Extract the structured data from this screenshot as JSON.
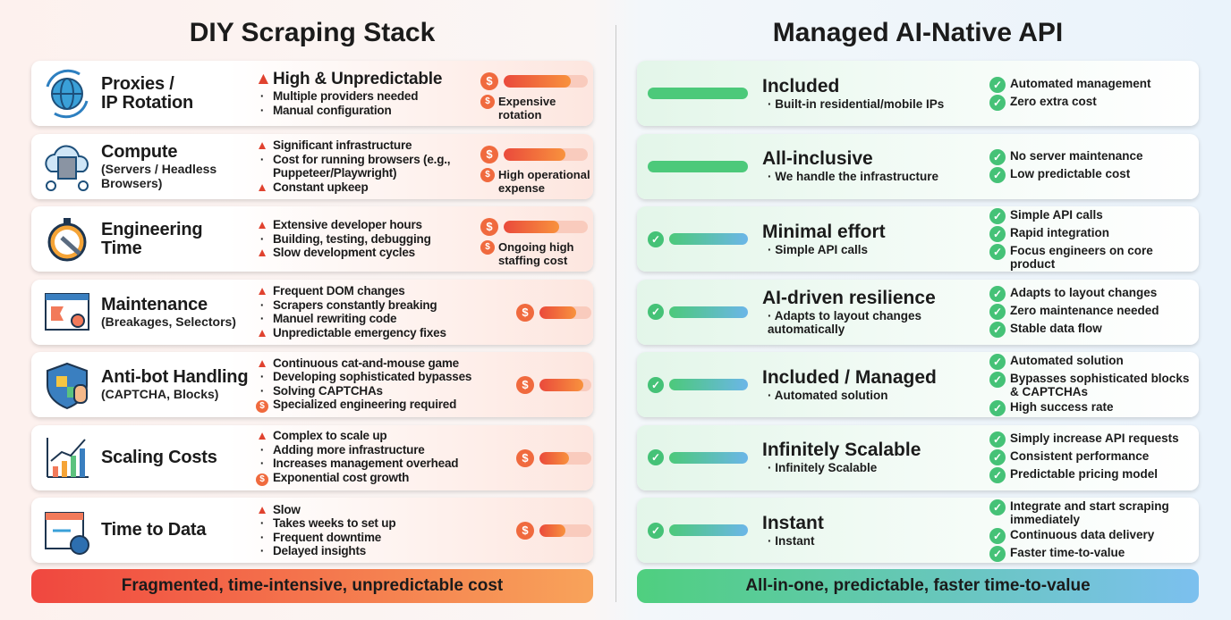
{
  "left": {
    "title": "DIY Scraping Stack",
    "footer": "Fragmented, time-intensive, unpredictable cost",
    "rows": [
      {
        "icon": "globe-rotation-icon",
        "title": "Proxies /",
        "title2": "IP Rotation",
        "sub": "",
        "lines": [
          {
            "mark": "warn",
            "text": "High & Unpredictable",
            "big": true
          },
          {
            "mark": "bullet",
            "text": "Multiple providers needed"
          },
          {
            "mark": "bullet",
            "text": "Manual configuration"
          }
        ],
        "cost_level": 0.8,
        "note": "Expensive rotation"
      },
      {
        "icon": "cloud-server-icon",
        "title": "Compute",
        "title2": "",
        "sub": "(Servers / Headless Browsers)",
        "lines": [
          {
            "mark": "warn",
            "text": "Significant infrastructure"
          },
          {
            "mark": "bullet",
            "text": "Cost for running browsers (e.g., Puppeteer/Playwright)"
          },
          {
            "mark": "warn",
            "text": "Constant upkeep"
          }
        ],
        "cost_level": 0.73,
        "note": "High operational expense"
      },
      {
        "icon": "stopwatch-wrench-icon",
        "title": "Engineering",
        "title2": "Time",
        "sub": "",
        "lines": [
          {
            "mark": "warn",
            "text": "Extensive developer hours"
          },
          {
            "mark": "bullet",
            "text": "Building, testing, debugging"
          },
          {
            "mark": "warn",
            "text": "Slow development cycles"
          }
        ],
        "cost_level": 0.66,
        "note": "Ongoing high staffing cost"
      },
      {
        "icon": "broken-page-icon",
        "title": "Maintenance",
        "title2": "",
        "sub": "(Breakages, Selectors)",
        "lines": [
          {
            "mark": "warn",
            "text": "Frequent DOM changes"
          },
          {
            "mark": "bullet",
            "text": "Scrapers constantly breaking"
          },
          {
            "mark": "bullet",
            "text": "Manuel rewriting code"
          },
          {
            "mark": "warn",
            "text": "Unpredictable emergency fixes"
          }
        ],
        "cost_level": 0.71,
        "note": ""
      },
      {
        "icon": "shield-hand-icon",
        "title": "Anti-bot Handling",
        "title2": "",
        "sub": "(CAPTCHA, Blocks)",
        "lines": [
          {
            "mark": "warn",
            "text": "Continuous cat-and-mouse game"
          },
          {
            "mark": "bullet",
            "text": "Developing sophisticated bypasses"
          },
          {
            "mark": "bullet",
            "text": "Solving CAPTCHAs"
          },
          {
            "mark": "dollar",
            "text": "Specialized engineering required"
          }
        ],
        "cost_level": 0.85,
        "note": ""
      },
      {
        "icon": "growth-chart-icon",
        "title": "Scaling Costs",
        "title2": "",
        "sub": "",
        "lines": [
          {
            "mark": "warn",
            "text": "Complex to scale up"
          },
          {
            "mark": "bullet",
            "text": "Adding more infrastructure"
          },
          {
            "mark": "bullet",
            "text": "Increases management overhead"
          },
          {
            "mark": "dollar",
            "text": "Exponential cost growth"
          }
        ],
        "cost_level": 0.57,
        "note": ""
      },
      {
        "icon": "calendar-clock-icon",
        "title": "Time to Data",
        "title2": "",
        "sub": "",
        "lines": [
          {
            "mark": "warn",
            "text": "Slow"
          },
          {
            "mark": "bullet",
            "text": "Takes weeks to set up"
          },
          {
            "mark": "bullet",
            "text": "Frequent downtime"
          },
          {
            "mark": "bullet",
            "text": "Delayed insights"
          }
        ],
        "cost_level": 0.5,
        "note": ""
      }
    ]
  },
  "right": {
    "title": "Managed AI-Native API",
    "footer": "All-in-one, predictable, faster time-to-value",
    "rows": [
      {
        "check": false,
        "title": "Included",
        "sub": "Built-in residential/mobile IPs",
        "items": [
          "Automated management",
          "Zero extra cost"
        ]
      },
      {
        "check": false,
        "title": "All-inclusive",
        "sub": "We handle the infrastructure",
        "items": [
          "No server maintenance",
          "Low predictable cost"
        ]
      },
      {
        "check": true,
        "title": "Minimal effort",
        "sub": "Simple API calls",
        "items": [
          "Simple API calls",
          "Rapid integration",
          "Focus engineers on core product"
        ]
      },
      {
        "check": true,
        "title": "AI-driven resilience",
        "sub": "Adapts to layout changes automatically",
        "items": [
          "Adapts to layout changes",
          "Zero maintenance needed",
          "Stable data flow"
        ]
      },
      {
        "check": true,
        "title": "Included / Managed",
        "sub": "Automated solution",
        "items": [
          "Automated solution",
          "Bypasses sophisticated blocks & CAPTCHAs",
          "High success rate"
        ]
      },
      {
        "check": true,
        "title": "Infinitely Scalable",
        "sub": "Infinitely Scalable",
        "items": [
          "Simply increase API requests",
          "Consistent performance",
          "Predictable pricing model"
        ]
      },
      {
        "check": true,
        "title": "Instant",
        "sub": "Instant",
        "items": [
          "Integrate and start scraping immediately",
          "Continuous data delivery",
          "Faster time-to-value"
        ]
      }
    ]
  },
  "colors": {
    "warn": "#e0422f",
    "cost": "#f06a3e",
    "good": "#45c277"
  }
}
